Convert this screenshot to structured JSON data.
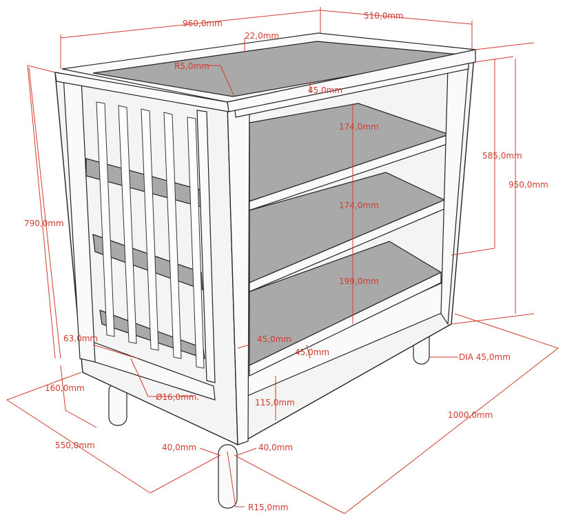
{
  "diagram": {
    "line_color": "#d23a2e",
    "dimensions": {
      "overall_length": "960,0mm",
      "overall_depth": "510,0mm",
      "top_rim_height": "22,0mm",
      "top_corner_radius": "R5,0mm",
      "top_rail": "45,0mm",
      "shelf_gap_1": "174,0mm",
      "inner_height": "585,0mm",
      "overall_height": "950,0mm",
      "side_height": "790,0mm",
      "shelf_gap_2": "174,0mm",
      "shelf_gap_3": "199,0mm",
      "slat_spacing": "63,0mm",
      "post_width": "45,0mm",
      "bottom_rail": "45,0mm",
      "leg_diameter": "DIA 45,0mm",
      "leg_height_side": "160,0mm",
      "slat_diameter": "Ø16,0mm.",
      "apron_height": "115,0mm",
      "base_length": "1000,0mm",
      "base_depth": "550,0mm",
      "leg_offset_left": "40,0mm",
      "leg_offset_right": "40,0mm",
      "leg_radius": "R15,0mm"
    }
  }
}
